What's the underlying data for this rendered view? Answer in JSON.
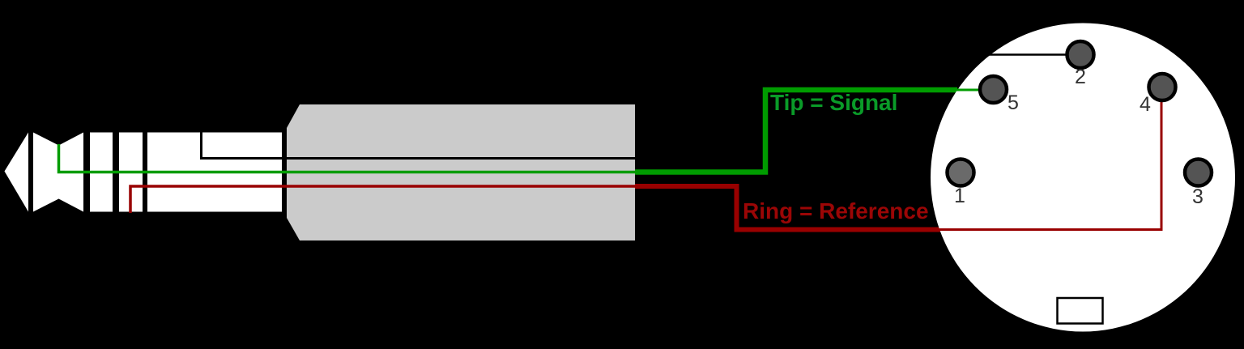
{
  "diagram": {
    "kind": "audio jack to 5-pin DIN wiring diagram"
  },
  "wires": {
    "tip": {
      "label": "Tip = Signal",
      "color": "#0a9b28",
      "wire_color": "#009c00"
    },
    "ring": {
      "label": "Ring = Reference",
      "color": "#9b0606",
      "wire_color": "#990000"
    },
    "pin2_lead": {
      "color": "#000000"
    }
  },
  "din": {
    "pins": [
      {
        "number": "1"
      },
      {
        "number": "2"
      },
      {
        "number": "3"
      },
      {
        "number": "4"
      },
      {
        "number": "5"
      }
    ]
  },
  "colors": {
    "background": "#000000",
    "jack_metal_white": "#ffffff",
    "jack_body_gray": "#cbcbcb",
    "din_face_white": "#ffffff",
    "pin_fill": "#545454",
    "pin1_fill": "#6a6a6a",
    "pin_outline": "#000000",
    "pin_label_color": "#333333"
  }
}
